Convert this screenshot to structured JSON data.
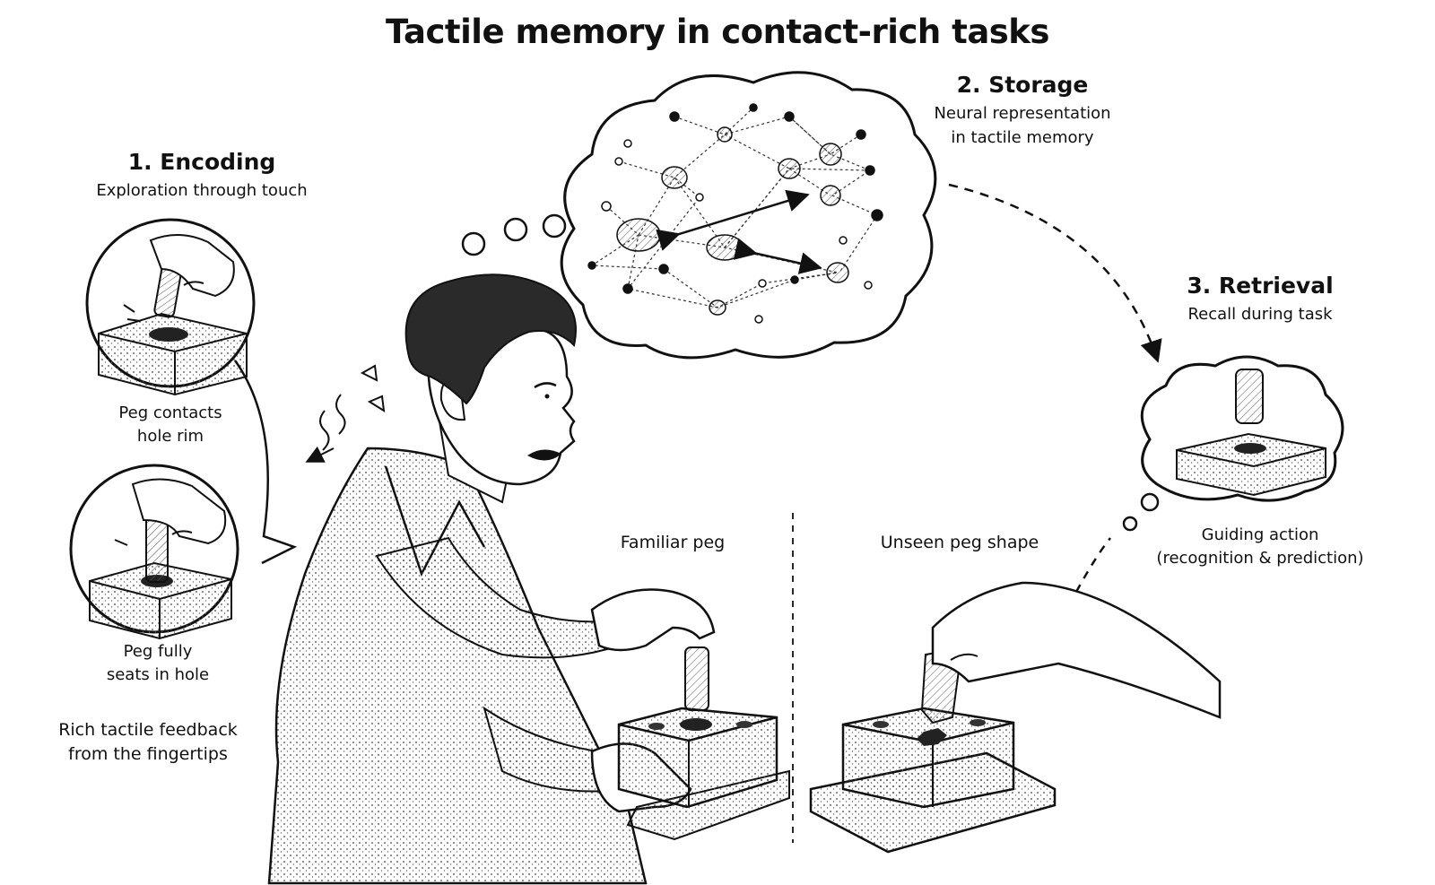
{
  "title": "Tactile memory in contact-rich tasks",
  "encoding": {
    "heading": "1. Encoding",
    "subtitle": "Exploration through touch",
    "panel1_caption_line1": "Peg contacts",
    "panel1_caption_line2": "hole rim",
    "panel2_caption_line1": "Peg fully",
    "panel2_caption_line2": "seats in hole",
    "feedback_line1": "Rich tactile feedback",
    "feedback_line2": "from the fingertips"
  },
  "storage": {
    "heading": "2. Storage",
    "subtitle_line1": "Neural representation",
    "subtitle_line2": "in tactile memory"
  },
  "retrieval": {
    "heading": "3. Retrieval",
    "subtitle": "Recall during task",
    "caption_line1": "Guiding action",
    "caption_line2": "(recognition & prediction)"
  },
  "scene": {
    "familiar_label": "Familiar peg",
    "unseen_label": "Unseen peg shape"
  },
  "colors": {
    "ink": "#111111",
    "shade": "#9a9a9a",
    "paper": "#ffffff"
  }
}
